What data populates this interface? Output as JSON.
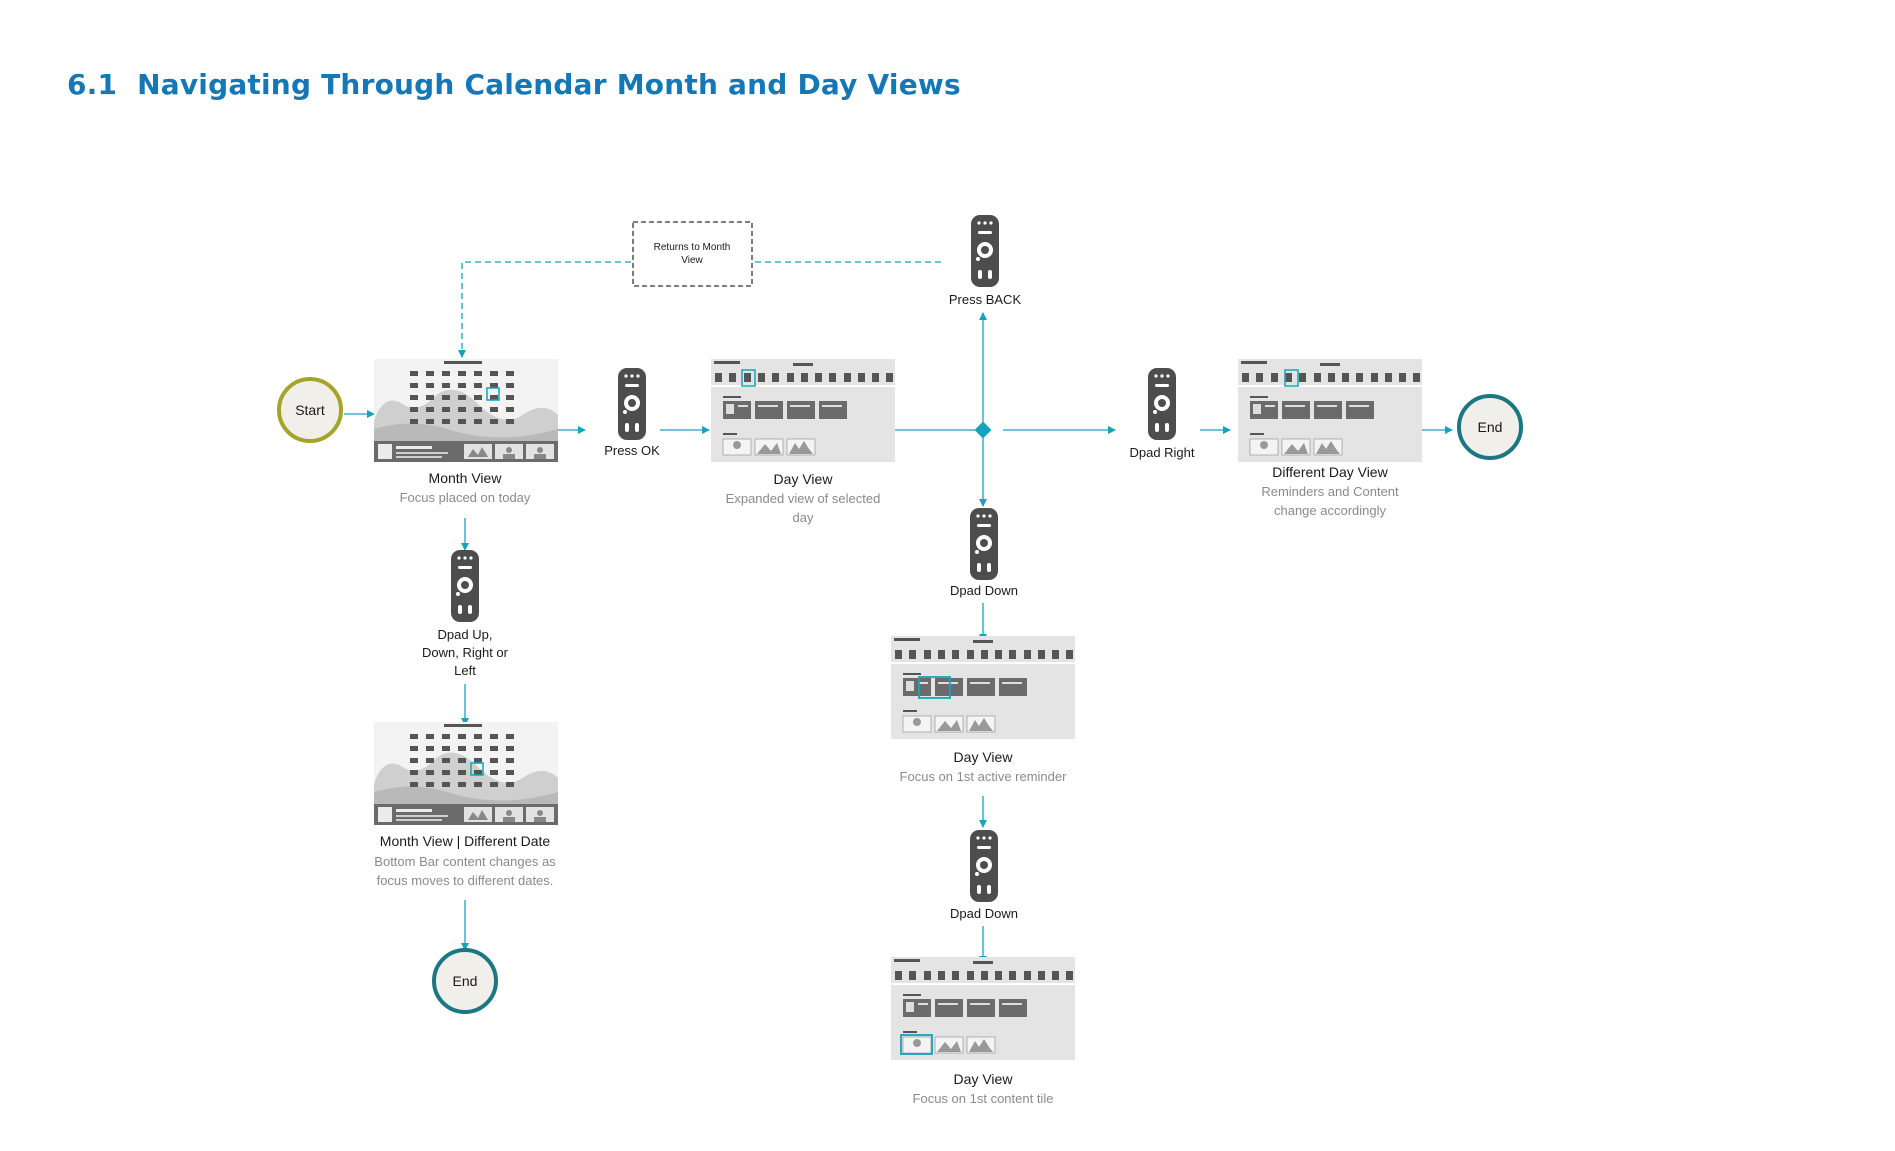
{
  "page": {
    "section_number": "6.1",
    "title": "Navigating Through Calendar Month and Day Views"
  },
  "colors": {
    "title": "#1577b6",
    "flow": "#16a3bd",
    "start_ring": "#a4a42c",
    "end_ring": "#1b7783",
    "remote": "#4d4d4d",
    "screen_bg": "#e4e4e4"
  },
  "diagram": {
    "start": {
      "label": "Start"
    },
    "end_right": {
      "label": "End"
    },
    "end_bottom": {
      "label": "End"
    },
    "note": {
      "line1": "Returns to Month",
      "line2": "View"
    },
    "remotes": {
      "ok": {
        "label": "Press OK",
        "icon": "remote-control-icon"
      },
      "back": {
        "label": "Press BACK",
        "icon": "remote-control-icon"
      },
      "right": {
        "label": "Dpad Right",
        "icon": "remote-control-icon"
      },
      "down1": {
        "label": "Dpad Down",
        "icon": "remote-control-icon"
      },
      "down2": {
        "label": "Dpad Down",
        "icon": "remote-control-icon"
      },
      "dpad_all": {
        "line1": "Dpad Up,",
        "line2": "Down, Right or",
        "line3": "Left",
        "icon": "remote-control-icon"
      }
    },
    "screens": {
      "month": {
        "title": "Month View",
        "sub1": "Focus placed on today"
      },
      "month_diff": {
        "title": "Month View | Different Date",
        "sub1": "Bottom Bar content changes as",
        "sub2": "focus moves to different dates."
      },
      "day": {
        "title": "Day View",
        "sub1": "Expanded view of selected",
        "sub2": "day"
      },
      "diff_day": {
        "title": "Different Day View",
        "sub1": "Reminders and Content",
        "sub2": "change accordingly"
      },
      "day_reminder": {
        "title": "Day View",
        "sub1": "Focus on 1st active reminder"
      },
      "day_content": {
        "title": "Day View",
        "sub1": "Focus on 1st content tile"
      }
    }
  }
}
